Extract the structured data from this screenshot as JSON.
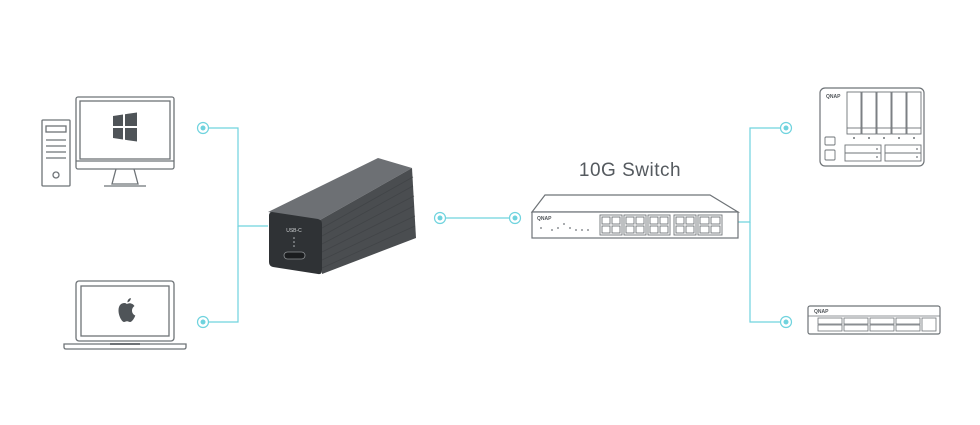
{
  "diagram": {
    "switch_label": "10G Switch",
    "adapter_port_label": "USB-C",
    "switch_brand": "QNAP",
    "nas_brand": "QNAP",
    "rack_brand": "QNAP",
    "colors": {
      "connector": "#6fd3de",
      "device_stroke": "#6e7377",
      "adapter_body": "#4a4d50",
      "adapter_face": "#2f3235"
    },
    "icons": {
      "desktop_os": "windows-logo-icon",
      "laptop_os": "apple-logo-icon"
    }
  }
}
